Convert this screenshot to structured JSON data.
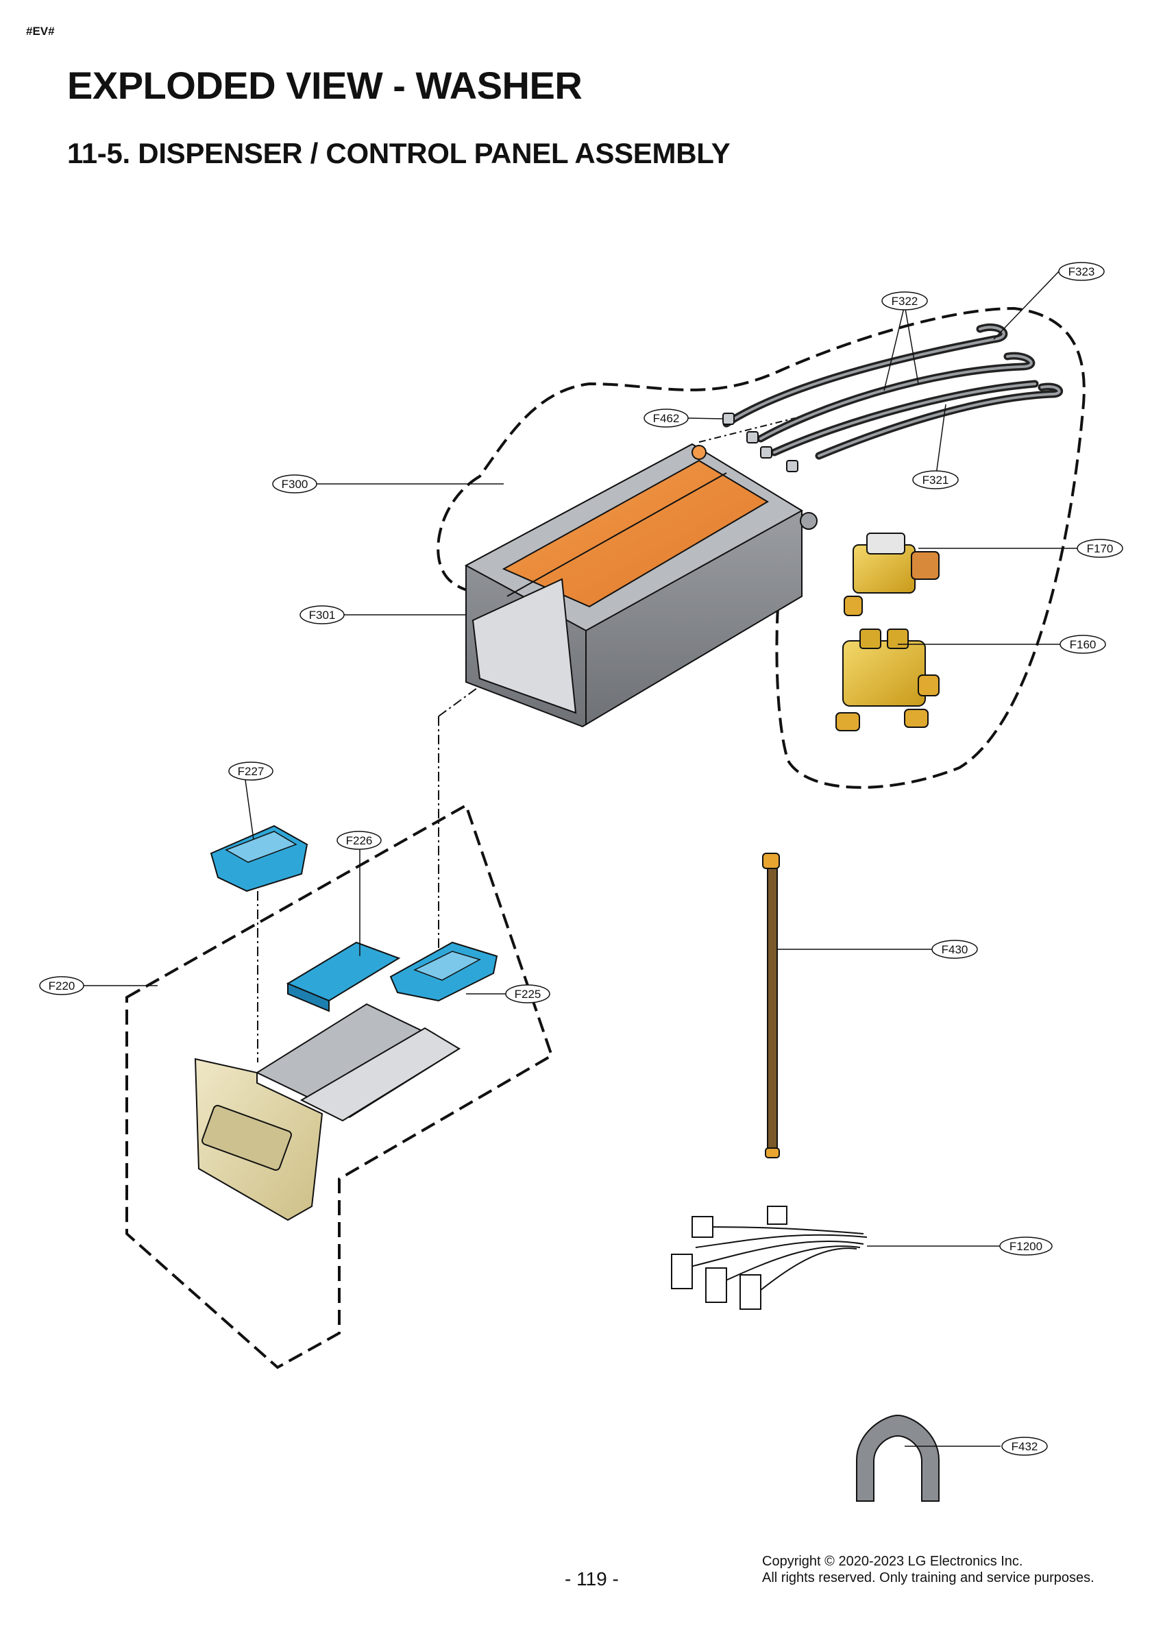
{
  "header": {
    "tag": "#EV#",
    "title": "EXPLODED VIEW - WASHER",
    "subtitle": "11-5. DISPENSER / CONTROL PANEL ASSEMBLY"
  },
  "parts": {
    "F323": "F323",
    "F322": "F322",
    "F321": "F321",
    "F462": "F462",
    "F300": "F300",
    "F301": "F301",
    "F170": "F170",
    "F160": "F160",
    "F227": "F227",
    "F226": "F226",
    "F225": "F225",
    "F220": "F220",
    "F430": "F430",
    "F1200": "F1200",
    "F432": "F432"
  },
  "colors": {
    "orange": "#ee8a3a",
    "blue": "#2ea7d8",
    "gray": "#8a8d92",
    "brass": "#e8c23a",
    "cream": "#e6dcb2"
  },
  "footer": {
    "page": "- 119 -",
    "copyright_line1": "Copyright © 2020-2023 LG Electronics Inc.",
    "copyright_line2": "All rights reserved. Only training and service purposes."
  }
}
